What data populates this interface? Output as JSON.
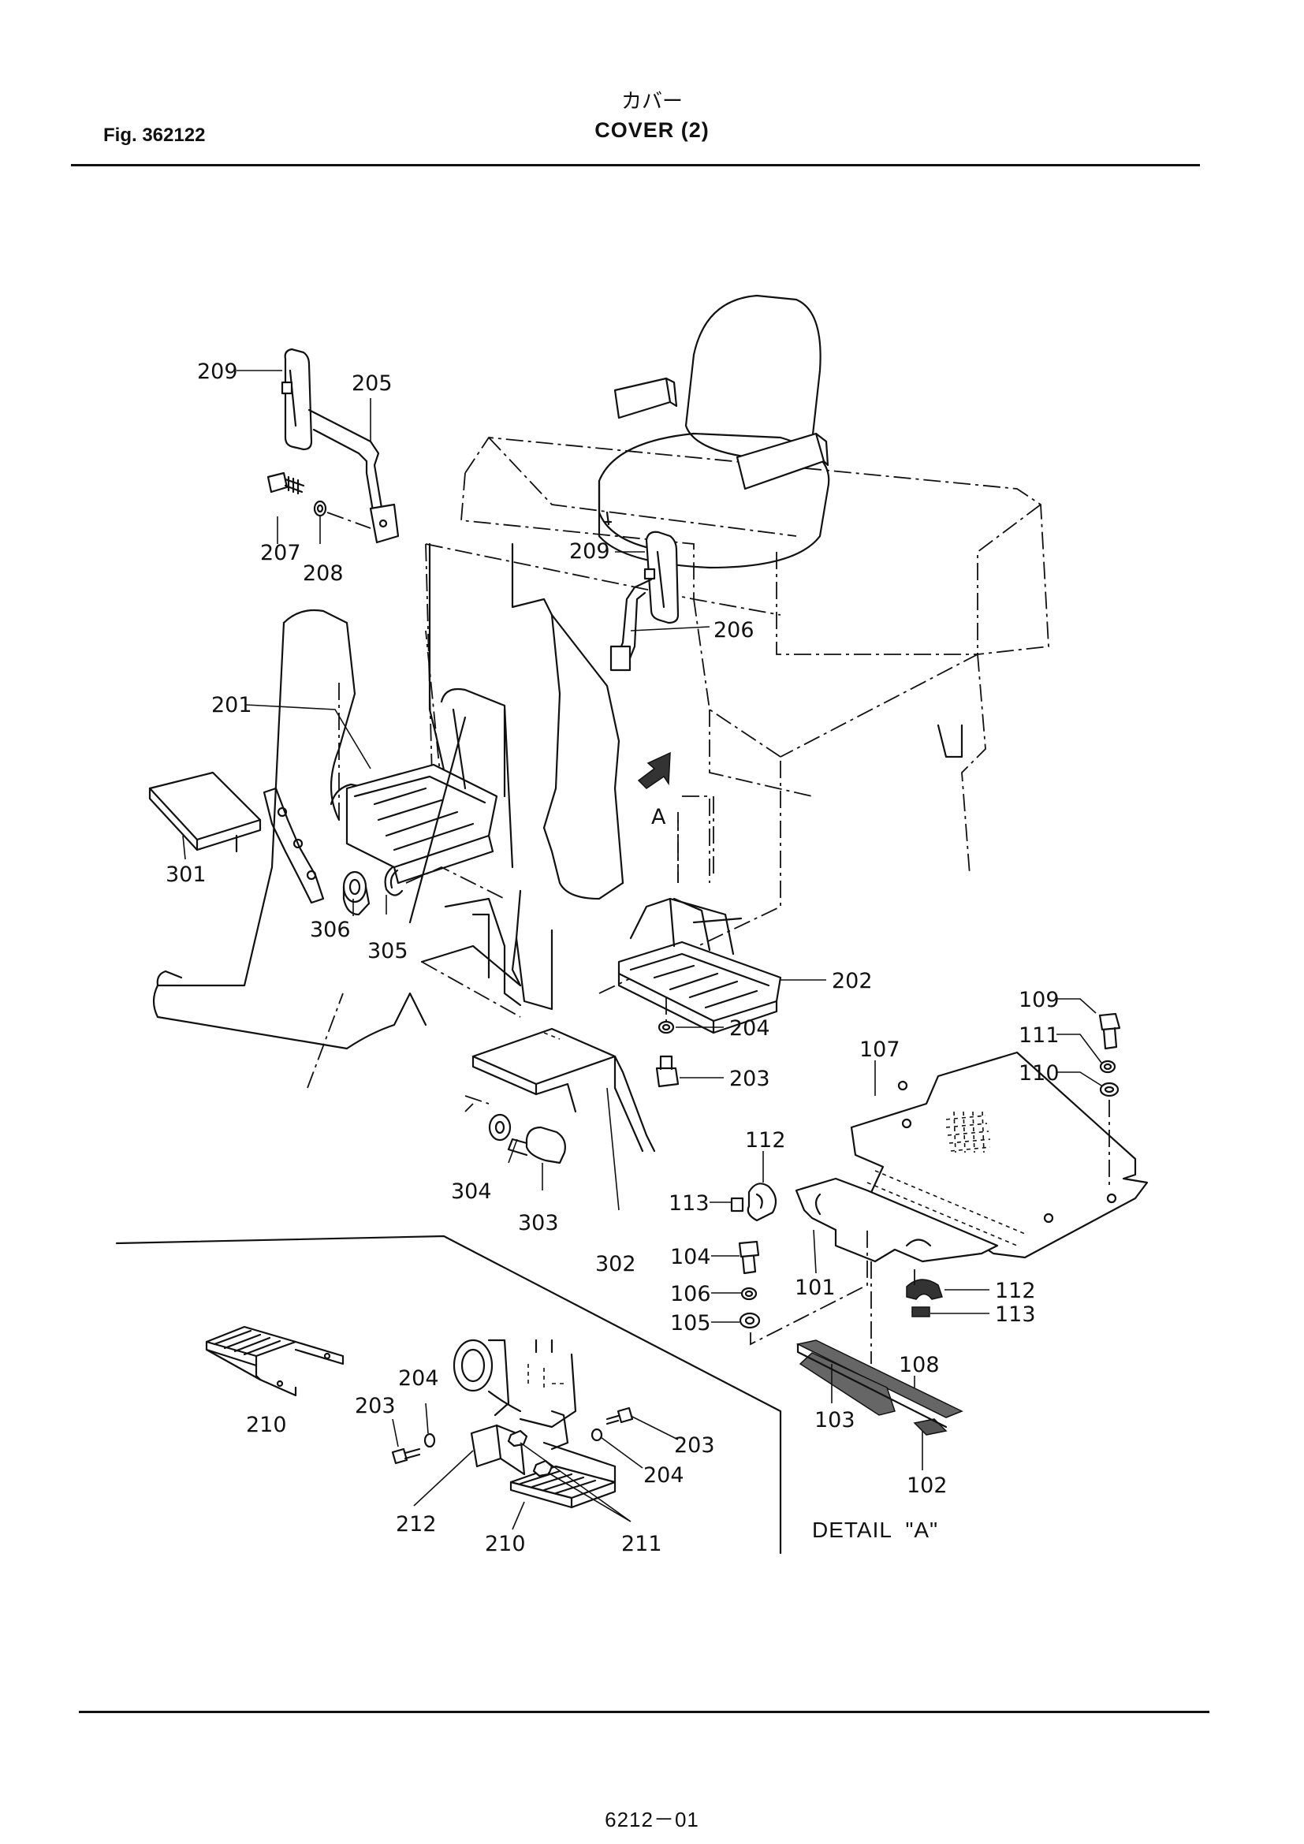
{
  "header": {
    "figure_number": "Fig. 362122",
    "title_japanese": "カバー",
    "title": "COVER (2)"
  },
  "footer": {
    "page_code": "6212－01"
  },
  "detail_label": "DETAIL  \"A\"",
  "view_marker": "A",
  "part_labels": [
    {
      "id": "p209a",
      "text": "209"
    },
    {
      "id": "p205",
      "text": "205"
    },
    {
      "id": "p207",
      "text": "207"
    },
    {
      "id": "p208",
      "text": "208"
    },
    {
      "id": "p209b",
      "text": "209"
    },
    {
      "id": "p206",
      "text": "206"
    },
    {
      "id": "p201",
      "text": "201"
    },
    {
      "id": "p301",
      "text": "301"
    },
    {
      "id": "p306",
      "text": "306"
    },
    {
      "id": "p305",
      "text": "305"
    },
    {
      "id": "p202",
      "text": "202"
    },
    {
      "id": "p204a",
      "text": "204"
    },
    {
      "id": "p203a",
      "text": "203"
    },
    {
      "id": "p109",
      "text": "109"
    },
    {
      "id": "p111",
      "text": "111"
    },
    {
      "id": "p110",
      "text": "110"
    },
    {
      "id": "p107",
      "text": "107"
    },
    {
      "id": "p112a",
      "text": "112"
    },
    {
      "id": "p113a",
      "text": "113"
    },
    {
      "id": "p104",
      "text": "104"
    },
    {
      "id": "p106",
      "text": "106"
    },
    {
      "id": "p105",
      "text": "105"
    },
    {
      "id": "p101",
      "text": "101"
    },
    {
      "id": "p112b",
      "text": "112"
    },
    {
      "id": "p113b",
      "text": "113"
    },
    {
      "id": "p108",
      "text": "108"
    },
    {
      "id": "p103",
      "text": "103"
    },
    {
      "id": "p102",
      "text": "102"
    },
    {
      "id": "p304",
      "text": "304"
    },
    {
      "id": "p303",
      "text": "303"
    },
    {
      "id": "p302",
      "text": "302"
    },
    {
      "id": "p210a",
      "text": "210"
    },
    {
      "id": "p204b",
      "text": "204"
    },
    {
      "id": "p203b",
      "text": "203"
    },
    {
      "id": "p203c",
      "text": "203"
    },
    {
      "id": "p204c",
      "text": "204"
    },
    {
      "id": "p212",
      "text": "212"
    },
    {
      "id": "p210b",
      "text": "210"
    },
    {
      "id": "p211",
      "text": "211"
    }
  ]
}
